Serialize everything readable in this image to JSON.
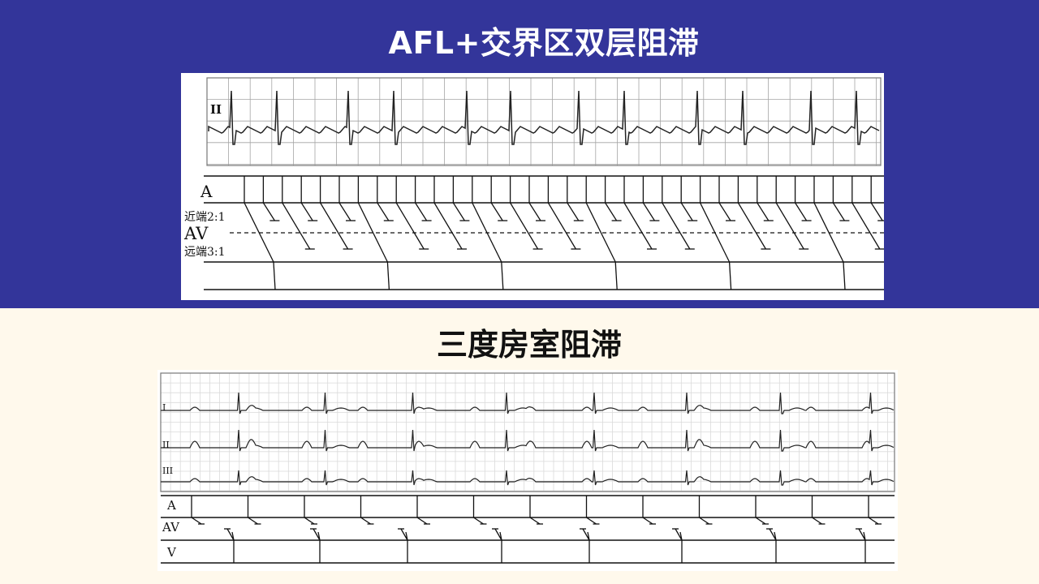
{
  "slide": {
    "title_top": "AFL+交界区双层阻滞",
    "title_bottom": "三度房室阻滞",
    "colors": {
      "top_band": "#33359a",
      "bottom_band": "#fff9ec",
      "grid_line": "#9a9a9a",
      "trace": "#222222"
    }
  },
  "diagram1": {
    "lead_label": "II",
    "ladder_labels": {
      "a": "A",
      "proximal": "近端2:1",
      "av": "AV",
      "distal": "远端3:1"
    }
  },
  "diagram2": {
    "lead_labels": [
      "I",
      "II",
      "III"
    ],
    "ladder_labels": {
      "a": "A",
      "av": "AV",
      "v": "V"
    }
  }
}
